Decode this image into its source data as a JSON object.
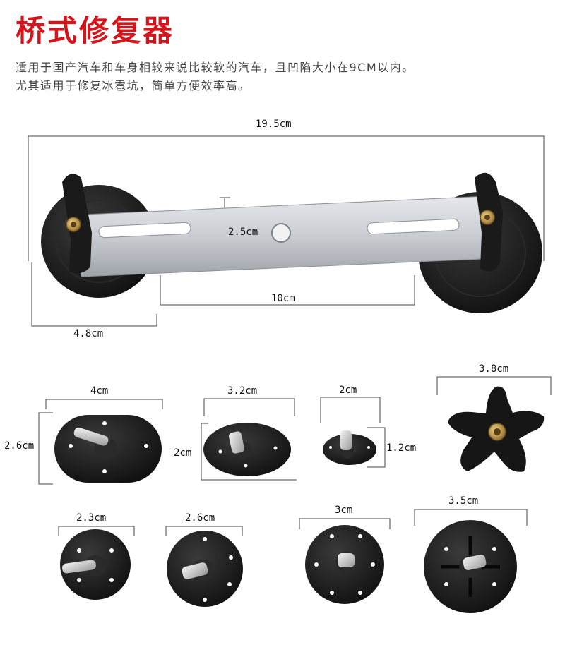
{
  "header": {
    "title": "桥式修复器",
    "desc_line1": "适用于国产汽车和车身相较来说比较软的汽车，且凹陷大小在9CM以内。",
    "desc_line2": "尤其适用于修复冰雹坑，简单方便效率高。"
  },
  "bridge": {
    "total_width": "19.5cm",
    "bar_height": "2.5cm",
    "slot_span": "10cm",
    "pad_diameter": "4.8cm"
  },
  "tabs": [
    {
      "width": "4cm",
      "height": "2.6cm"
    },
    {
      "width": "3.2cm",
      "height": "2cm"
    },
    {
      "width": "2cm",
      "height": "1.2cm"
    },
    {
      "width": "3.8cm"
    },
    {
      "width": "2.3cm"
    },
    {
      "width": "2.6cm"
    },
    {
      "width": "3cm"
    },
    {
      "width": "3.5cm"
    }
  ],
  "colors": {
    "title_red": "#d4161c",
    "rubber_black": "#1c1c1c",
    "aluminum": "#c9cdd2",
    "brass": "#c8a35a"
  }
}
